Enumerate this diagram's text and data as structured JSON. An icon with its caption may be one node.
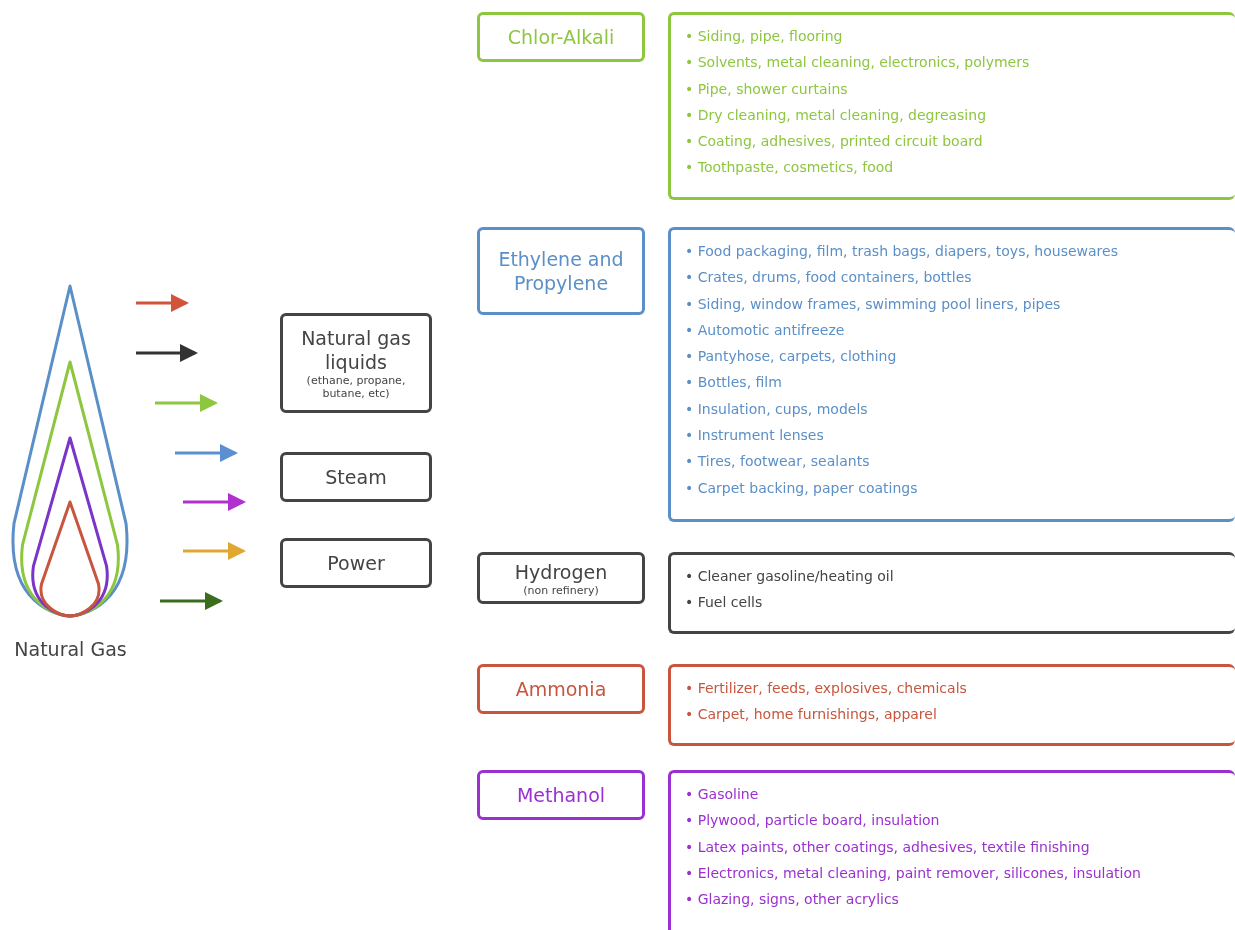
{
  "diagram": {
    "nodes": [
      {
        "text": [
          "Natural Gas"
        ]
      },
      {
        "text": [
          "Natural gas liquids",
          "(ethane, propane, butane, etc)"
        ]
      },
      {
        "text": [
          "Steam"
        ]
      },
      {
        "text": [
          "Power"
        ]
      },
      {
        "text": [
          "Chlor-Alkali"
        ]
      },
      {
        "text": [
          "• Siding, pipe, flooring",
          "• Solvents, metal cleaning, electronics, polymers",
          "• Pipe, shower curtains",
          "• Dry cleaning, metal cleaning, degreasing",
          "• Coating, adhesives, printed circuit board",
          "• Toothpaste, cosmetics, food"
        ]
      },
      {
        "text": [
          "Ethylene and Propylene"
        ]
      },
      {
        "text": [
          "• Food packaging, film, trash bags, diapers, toys, housewares",
          "• Crates, drums, food containers, bottles",
          "• Siding, window frames, swimming pool liners, pipes",
          "• Automotic antifreeze",
          "• Pantyhose, carpets, clothing",
          "• Bottles, film",
          "• Insulation, cups, models",
          "• Instrument lenses",
          "• Tires, footwear, sealants",
          "• Carpet backing, paper coatings"
        ]
      },
      {
        "text": [
          "Hydrogen",
          "(non refinery)"
        ]
      },
      {
        "text": [
          "• Cleaner gasoline/heating oil",
          "• Fuel cells"
        ]
      },
      {
        "text": [
          "Ammonia"
        ]
      },
      {
        "text": [
          "• Fertilizer, feeds, explosives, chemicals",
          "• Carpet, home furnishings, apparel"
        ]
      },
      {
        "text": [
          "Methanol"
        ]
      },
      {
        "text": [
          "• Gasoline",
          "• Plywood, particle board, insulation",
          "• Latex paints, other coatings, adhesives, textile finishing",
          "• Electronics, metal cleaning, paint remover, silicones, insulation",
          "• Glazing, signs, other acrylics"
        ]
      }
    ]
  }
}
